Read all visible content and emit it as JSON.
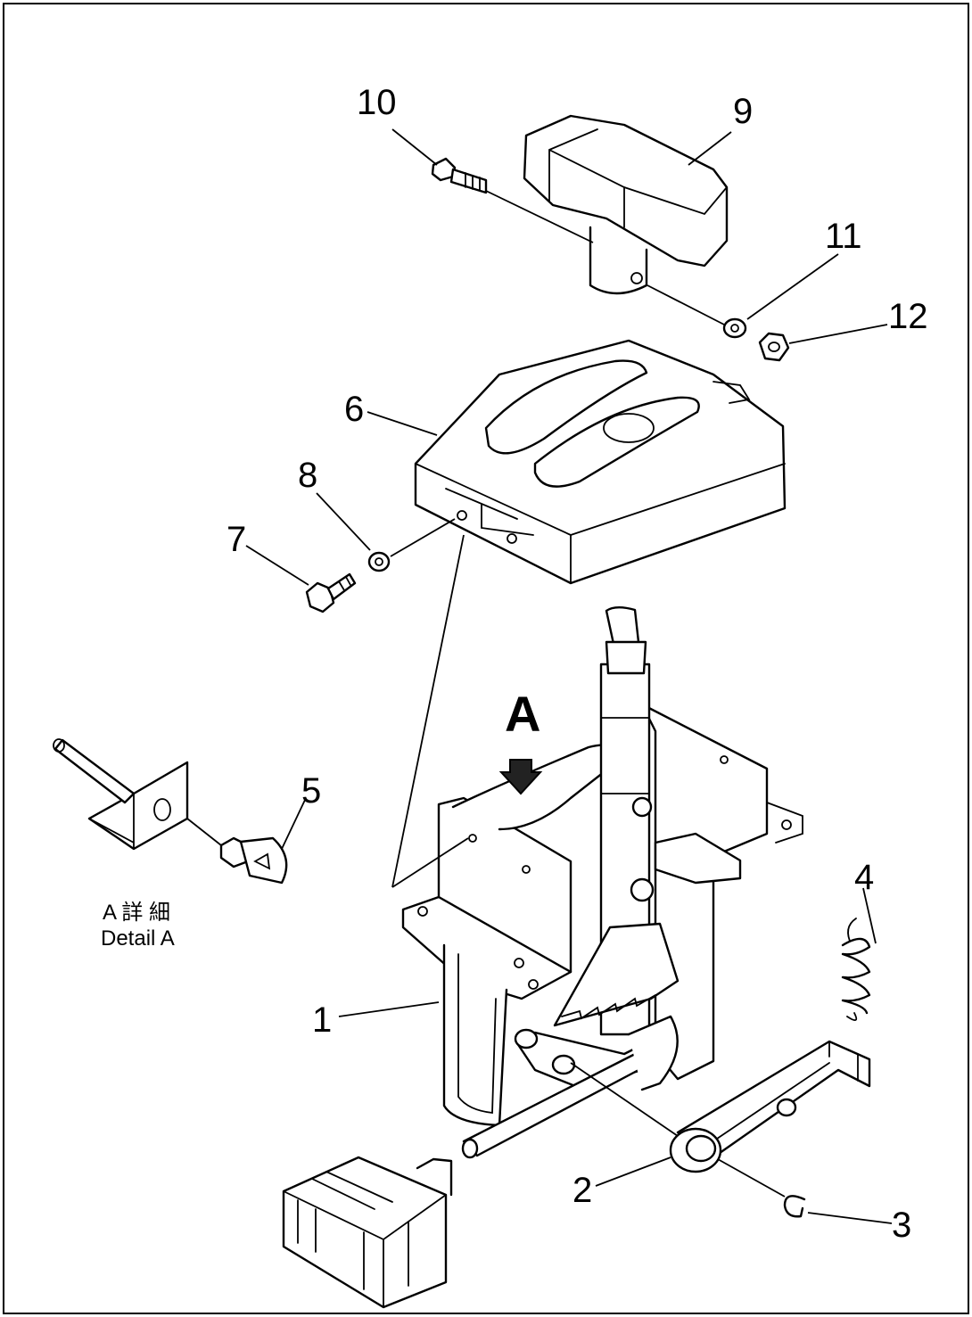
{
  "callouts": {
    "c1": "1",
    "c2": "2",
    "c3": "3",
    "c4": "4",
    "c5": "5",
    "c6": "6",
    "c7": "7",
    "c8": "8",
    "c9": "9",
    "c10": "10",
    "c11": "11",
    "c12": "12"
  },
  "view": {
    "letter": "A",
    "detail_jp": "A 詳 細",
    "detail_en": "Detail A"
  }
}
